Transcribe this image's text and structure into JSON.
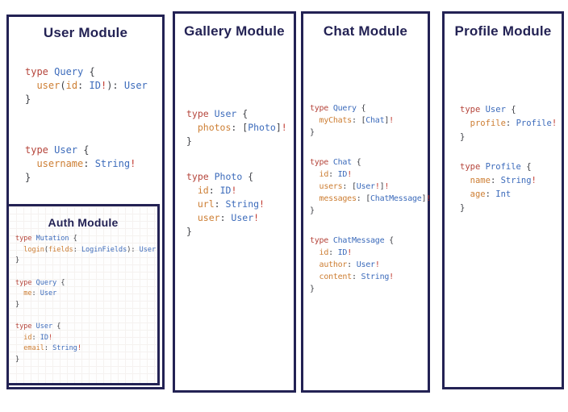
{
  "colors": {
    "background": "#ffffff",
    "navy": "#232254",
    "keyword": "#b5453b",
    "type": "#3c6bbb",
    "field": "#cd7e33",
    "punct": "#3d3f45",
    "bang": "#c13b31"
  },
  "modules": [
    {
      "id": "user",
      "title": "User Module",
      "blocks": [
        [
          [
            [
              "k",
              "type "
            ],
            [
              "t",
              "Query "
            ],
            [
              "p",
              "{"
            ]
          ],
          [
            [
              "p",
              "  "
            ],
            [
              "f",
              "user"
            ],
            [
              "p",
              "("
            ],
            [
              "f",
              "id"
            ],
            [
              "p",
              ": "
            ],
            [
              "t",
              "ID"
            ],
            [
              "b",
              "!"
            ],
            [
              "p",
              "): "
            ],
            [
              "t",
              "User"
            ]
          ],
          [
            [
              "p",
              "}"
            ]
          ]
        ],
        [
          [
            [
              "k",
              "type "
            ],
            [
              "t",
              "User "
            ],
            [
              "p",
              "{"
            ]
          ],
          [
            [
              "p",
              "  "
            ],
            [
              "f",
              "username"
            ],
            [
              "p",
              ": "
            ],
            [
              "t",
              "String"
            ],
            [
              "b",
              "!"
            ]
          ],
          [
            [
              "p",
              "}"
            ]
          ]
        ]
      ]
    },
    {
      "id": "gallery",
      "title": "Gallery Module",
      "blocks": [
        [
          [
            [
              "k",
              "type "
            ],
            [
              "t",
              "User "
            ],
            [
              "p",
              "{"
            ]
          ],
          [
            [
              "p",
              "  "
            ],
            [
              "f",
              "photos"
            ],
            [
              "p",
              ": ["
            ],
            [
              "t",
              "Photo"
            ],
            [
              "p",
              "]"
            ],
            [
              "b",
              "!"
            ]
          ],
          [
            [
              "p",
              "}"
            ]
          ]
        ],
        [
          [
            [
              "k",
              "type "
            ],
            [
              "t",
              "Photo "
            ],
            [
              "p",
              "{"
            ]
          ],
          [
            [
              "p",
              "  "
            ],
            [
              "f",
              "id"
            ],
            [
              "p",
              ": "
            ],
            [
              "t",
              "ID"
            ],
            [
              "b",
              "!"
            ]
          ],
          [
            [
              "p",
              "  "
            ],
            [
              "f",
              "url"
            ],
            [
              "p",
              ": "
            ],
            [
              "t",
              "String"
            ],
            [
              "b",
              "!"
            ]
          ],
          [
            [
              "p",
              "  "
            ],
            [
              "f",
              "user"
            ],
            [
              "p",
              ": "
            ],
            [
              "t",
              "User"
            ],
            [
              "b",
              "!"
            ]
          ],
          [
            [
              "p",
              "}"
            ]
          ]
        ]
      ]
    },
    {
      "id": "chat",
      "title": "Chat Module",
      "blocks": [
        [
          [
            [
              "k",
              "type "
            ],
            [
              "t",
              "Query "
            ],
            [
              "p",
              "{"
            ]
          ],
          [
            [
              "p",
              "  "
            ],
            [
              "f",
              "myChats"
            ],
            [
              "p",
              ": ["
            ],
            [
              "t",
              "Chat"
            ],
            [
              "p",
              "]"
            ],
            [
              "b",
              "!"
            ]
          ],
          [
            [
              "p",
              "}"
            ]
          ]
        ],
        [
          [
            [
              "k",
              "type "
            ],
            [
              "t",
              "Chat "
            ],
            [
              "p",
              "{"
            ]
          ],
          [
            [
              "p",
              "  "
            ],
            [
              "f",
              "id"
            ],
            [
              "p",
              ": "
            ],
            [
              "t",
              "ID"
            ],
            [
              "b",
              "!"
            ]
          ],
          [
            [
              "p",
              "  "
            ],
            [
              "f",
              "users"
            ],
            [
              "p",
              ": ["
            ],
            [
              "t",
              "User"
            ],
            [
              "b",
              "!"
            ],
            [
              "p",
              "]"
            ],
            [
              "b",
              "!"
            ]
          ],
          [
            [
              "p",
              "  "
            ],
            [
              "f",
              "messages"
            ],
            [
              "p",
              ": ["
            ],
            [
              "t",
              "ChatMessage"
            ],
            [
              "p",
              "]"
            ],
            [
              "b",
              "!"
            ]
          ],
          [
            [
              "p",
              "}"
            ]
          ]
        ],
        [
          [
            [
              "k",
              "type "
            ],
            [
              "t",
              "ChatMessage "
            ],
            [
              "p",
              "{"
            ]
          ],
          [
            [
              "p",
              "  "
            ],
            [
              "f",
              "id"
            ],
            [
              "p",
              ": "
            ],
            [
              "t",
              "ID"
            ],
            [
              "b",
              "!"
            ]
          ],
          [
            [
              "p",
              "  "
            ],
            [
              "f",
              "author"
            ],
            [
              "p",
              ": "
            ],
            [
              "t",
              "User"
            ],
            [
              "b",
              "!"
            ]
          ],
          [
            [
              "p",
              "  "
            ],
            [
              "f",
              "content"
            ],
            [
              "p",
              ": "
            ],
            [
              "t",
              "String"
            ],
            [
              "b",
              "!"
            ]
          ],
          [
            [
              "p",
              "}"
            ]
          ]
        ]
      ]
    },
    {
      "id": "profile",
      "title": "Profile Module",
      "blocks": [
        [
          [
            [
              "k",
              "type "
            ],
            [
              "t",
              "User "
            ],
            [
              "p",
              "{"
            ]
          ],
          [
            [
              "p",
              "  "
            ],
            [
              "f",
              "profile"
            ],
            [
              "p",
              ": "
            ],
            [
              "t",
              "Profile"
            ],
            [
              "b",
              "!"
            ]
          ],
          [
            [
              "p",
              "}"
            ]
          ]
        ],
        [
          [
            [
              "k",
              "type "
            ],
            [
              "t",
              "Profile "
            ],
            [
              "p",
              "{"
            ]
          ],
          [
            [
              "p",
              "  "
            ],
            [
              "f",
              "name"
            ],
            [
              "p",
              ": "
            ],
            [
              "t",
              "String"
            ],
            [
              "b",
              "!"
            ]
          ],
          [
            [
              "p",
              "  "
            ],
            [
              "f",
              "age"
            ],
            [
              "p",
              ": "
            ],
            [
              "t",
              "Int"
            ]
          ],
          [
            [
              "p",
              "}"
            ]
          ]
        ]
      ]
    },
    {
      "id": "auth",
      "title": "Auth Module",
      "blocks": [
        [
          [
            [
              "k",
              "type "
            ],
            [
              "t",
              "Mutation "
            ],
            [
              "p",
              "{"
            ]
          ],
          [
            [
              "p",
              "  "
            ],
            [
              "f",
              "login"
            ],
            [
              "p",
              "("
            ],
            [
              "f",
              "fields"
            ],
            [
              "p",
              ": "
            ],
            [
              "t",
              "LoginFields"
            ],
            [
              "p",
              "): "
            ],
            [
              "t",
              "User"
            ]
          ],
          [
            [
              "p",
              "}"
            ]
          ]
        ],
        [
          [
            [
              "k",
              "type "
            ],
            [
              "t",
              "Query "
            ],
            [
              "p",
              "{"
            ]
          ],
          [
            [
              "p",
              "  "
            ],
            [
              "f",
              "me"
            ],
            [
              "p",
              ": "
            ],
            [
              "t",
              "User"
            ]
          ],
          [
            [
              "p",
              "}"
            ]
          ]
        ],
        [
          [
            [
              "k",
              "type "
            ],
            [
              "t",
              "User "
            ],
            [
              "p",
              "{"
            ]
          ],
          [
            [
              "p",
              "  "
            ],
            [
              "f",
              "id"
            ],
            [
              "p",
              ": "
            ],
            [
              "t",
              "ID"
            ],
            [
              "b",
              "!"
            ]
          ],
          [
            [
              "p",
              "  "
            ],
            [
              "f",
              "email"
            ],
            [
              "p",
              ": "
            ],
            [
              "t",
              "String"
            ],
            [
              "b",
              "!"
            ]
          ],
          [
            [
              "p",
              "}"
            ]
          ]
        ]
      ]
    }
  ]
}
